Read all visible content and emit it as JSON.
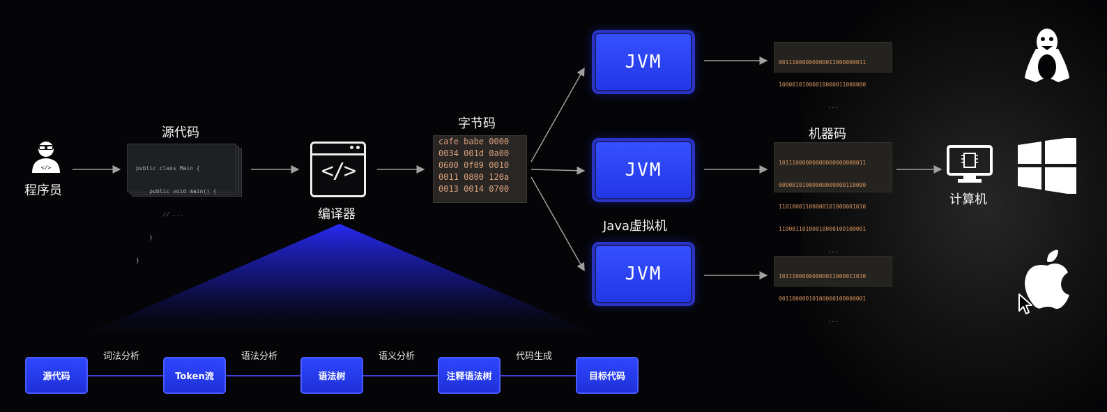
{
  "labels": {
    "programmer": "程序员",
    "source_code": "源代码",
    "compiler": "编译器",
    "bytecode": "字节码",
    "jvm_caption": "Java虚拟机",
    "machine_code": "机器码",
    "computer": "计算机"
  },
  "source_code_lines": [
    "public class Main {",
    "    public void main() {",
    "        // ...",
    "    }",
    "}"
  ],
  "compiler_symbol": "</>",
  "bytecode_rows": [
    "cafe babe 0000",
    "0034 001d 0a00",
    "0600 0f09 0010",
    "0011 0800 120a",
    "0013 0014 0700"
  ],
  "jvm_label": "JVM",
  "machine_code_blocks": [
    {
      "rows": [
        "00111000000000011000000011",
        "10000101000010000011000000",
        "..."
      ]
    },
    {
      "rows": [
        "10111000000000000000000011",
        "00000101000000000000110000",
        "11010001100000101000001010",
        "11000110100010000100100001",
        "..."
      ]
    },
    {
      "rows": [
        "10111000000000011000011010",
        "00110000010100000100000001",
        "..."
      ]
    }
  ],
  "pipeline": {
    "stages": [
      "源代码",
      "Token流",
      "语法树",
      "注释语法树",
      "目标代码"
    ],
    "steps": [
      "词法分析",
      "语法分析",
      "语义分析",
      "代码生成"
    ]
  },
  "colors": {
    "background": "#050507",
    "jvm_blue": "#2f45ff",
    "bytecode_text": "#d9a27f",
    "machine_text": "#d9965f"
  },
  "icons": [
    "programmer-icon",
    "compiler-window-icon",
    "computer-chip-icon",
    "linux-penguin-icon",
    "windows-logo-icon",
    "apple-logo-icon",
    "mouse-cursor-icon"
  ]
}
